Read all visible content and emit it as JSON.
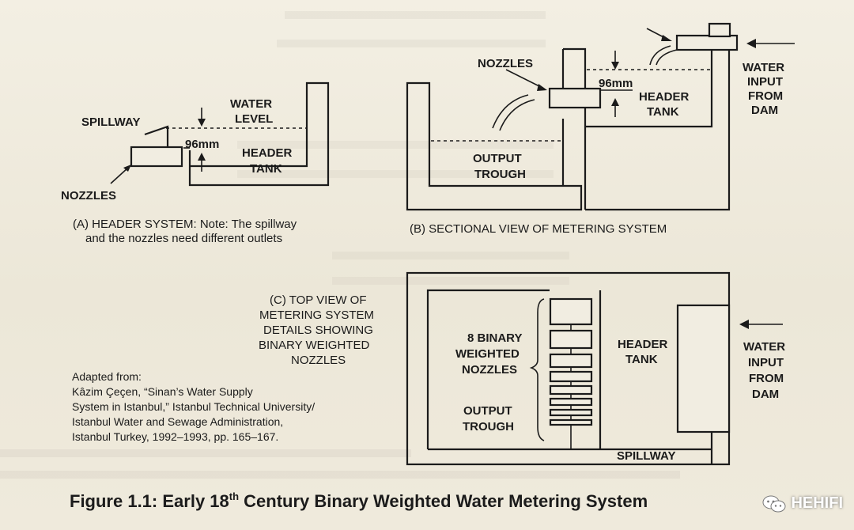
{
  "figure": {
    "title_main": "Figure 1.1: Early 18",
    "title_sup": "th",
    "title_rest": " Century Binary Weighted Water Metering System"
  },
  "panel_a": {
    "spillway": "SPILLWAY",
    "water": "WATER",
    "level": "LEVEL",
    "measure": "96mm",
    "header": "HEADER",
    "tank": "TANK",
    "nozzles": "NOZZLES",
    "caption_line1": "(A) HEADER SYSTEM: Note: The spillway",
    "caption_line2": "and the nozzles need different outlets"
  },
  "panel_b": {
    "nozzles": "NOZZLES",
    "measure": "96mm",
    "header": "HEADER",
    "tank": "TANK",
    "output": "OUTPUT",
    "trough": "TROUGH",
    "water": "WATER",
    "input": "INPUT",
    "from": "FROM",
    "dam": "DAM",
    "caption": "(B) SECTIONAL VIEW OF METERING SYSTEM"
  },
  "panel_c": {
    "caption_line1": "(C) TOP VIEW OF",
    "caption_line2": "METERING SYSTEM",
    "caption_line3": "DETAILS SHOWING",
    "caption_line4": "BINARY WEIGHTED",
    "caption_line5": "NOZZLES",
    "binary1": "8 BINARY",
    "binary2": "WEIGHTED",
    "binary3": "NOZZLES",
    "output": "OUTPUT",
    "trough": "TROUGH",
    "header": "HEADER",
    "tank": "TANK",
    "water": "WATER",
    "input": "INPUT",
    "from": "FROM",
    "dam": "DAM",
    "spillway": "SPILLWAY"
  },
  "source": {
    "line1": "Adapted from:",
    "line2": "Kâzim Çeçen, “Sinan’s Water Supply",
    "line3": "System in Istanbul,” Istanbul Technical University/",
    "line4": "Istanbul Water and Sewage Administration,",
    "line5": "Istanbul Turkey, 1992–1993, pp. 165–167."
  },
  "watermark": {
    "text": "HEHIFI",
    "icon": "wechat-icon"
  }
}
